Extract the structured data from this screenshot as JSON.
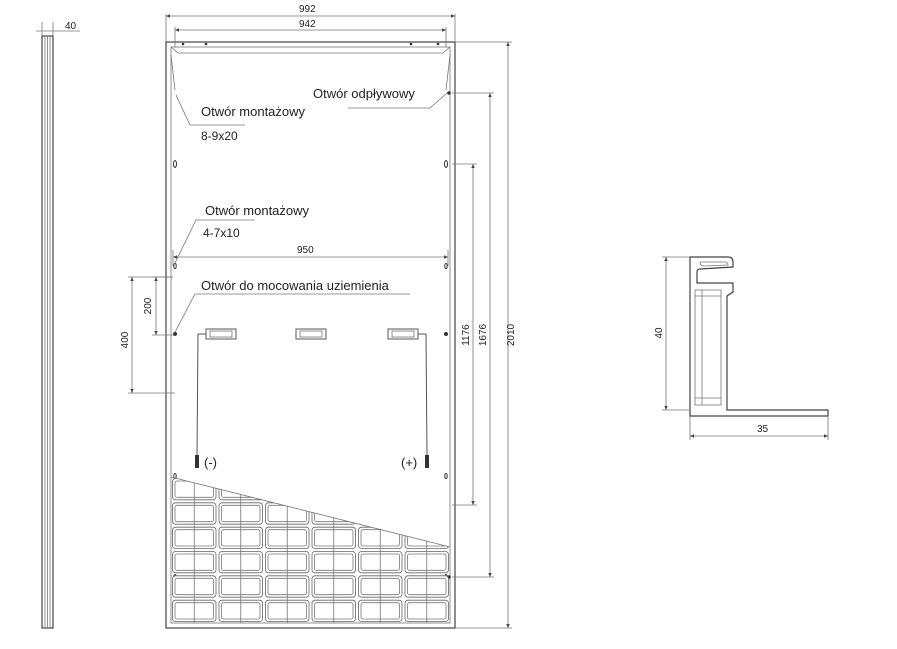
{
  "side_view": {
    "thickness_dim": "40"
  },
  "front_view": {
    "width_outer_dim": "992",
    "width_inner_dim": "942",
    "mid_width_dim": "950",
    "height_outer_dim": "2010",
    "height_inner_dim": "1676",
    "height_mid_dim": "1176",
    "left_dim_outer": "400",
    "left_dim_inner": "200"
  },
  "labels": {
    "drain_hole": "Otwór odpływowy",
    "mounting_hole_a": "Otwór montażowy",
    "mounting_hole_a_size": "8-9x20",
    "mounting_hole_b": "Otwór montażowy",
    "mounting_hole_b_size": "4-7x10",
    "grounding_hole": "Otwór do mocowania uziemienia",
    "negative": "(-)",
    "positive": "(+)"
  },
  "profile_view": {
    "height_dim": "40",
    "width_dim": "35"
  }
}
